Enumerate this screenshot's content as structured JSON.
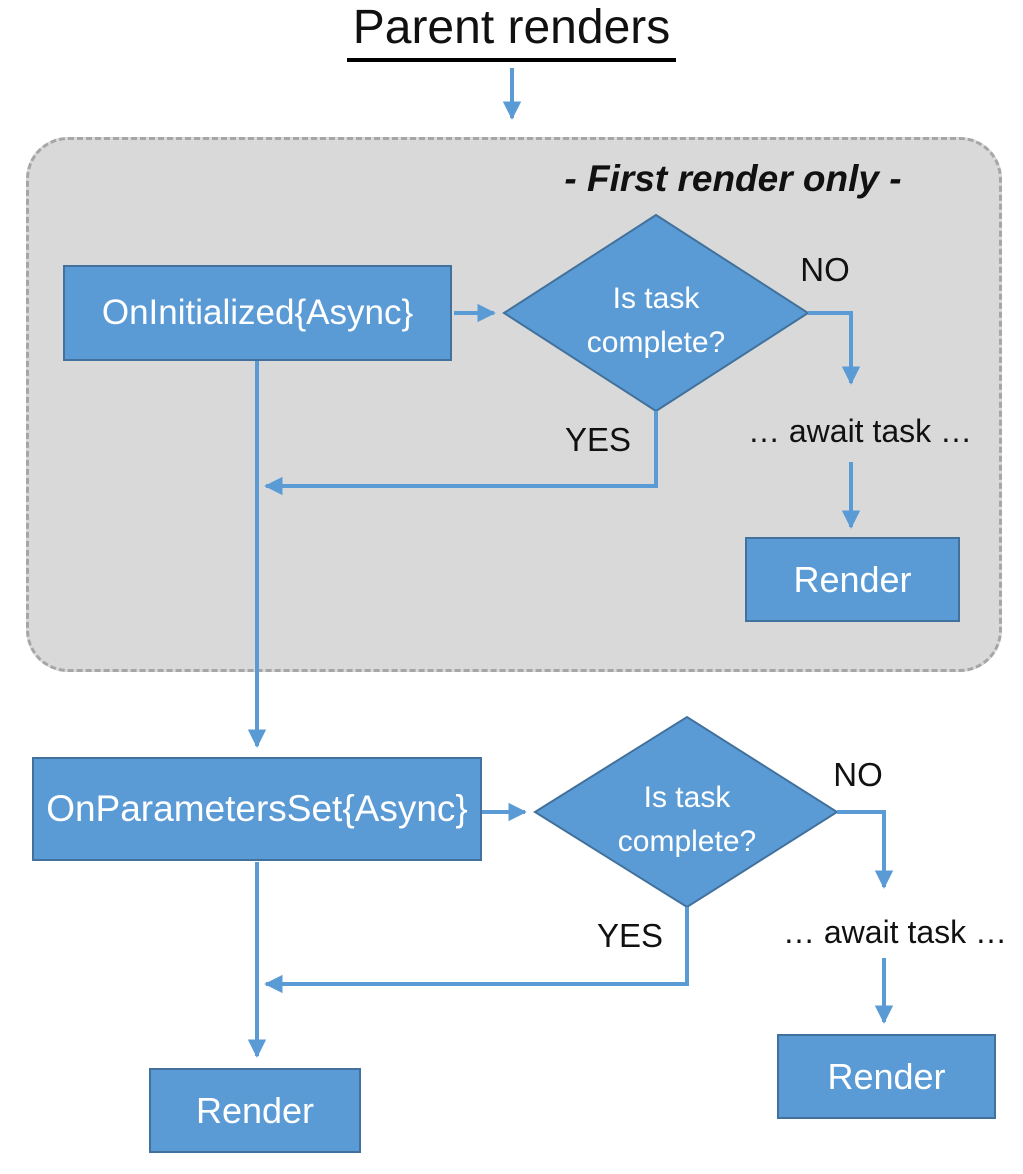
{
  "title": "Parent renders",
  "first_render_group": {
    "label": "- First render only -",
    "lifecycle_box": "OnInitialized{Async}",
    "decision": "Is task complete?",
    "no_label": "NO",
    "yes_label": "YES",
    "await_label": "… await task …",
    "render_box": "Render"
  },
  "params_stage": {
    "lifecycle_box": "OnParametersSet{Async}",
    "decision": "Is task complete?",
    "no_label": "NO",
    "yes_label": "YES",
    "await_label": "… await task …",
    "render_box_yes": "Render",
    "render_box_no": "Render"
  },
  "colors": {
    "shape-fill": "#5B9BD5",
    "shape-border": "#41719C",
    "arrow": "#5B9BD5",
    "group-fill": "#D9D9D9",
    "group-border": "#A6A6A6",
    "text-dark": "#111111",
    "text-light": "#FFFFFF"
  }
}
